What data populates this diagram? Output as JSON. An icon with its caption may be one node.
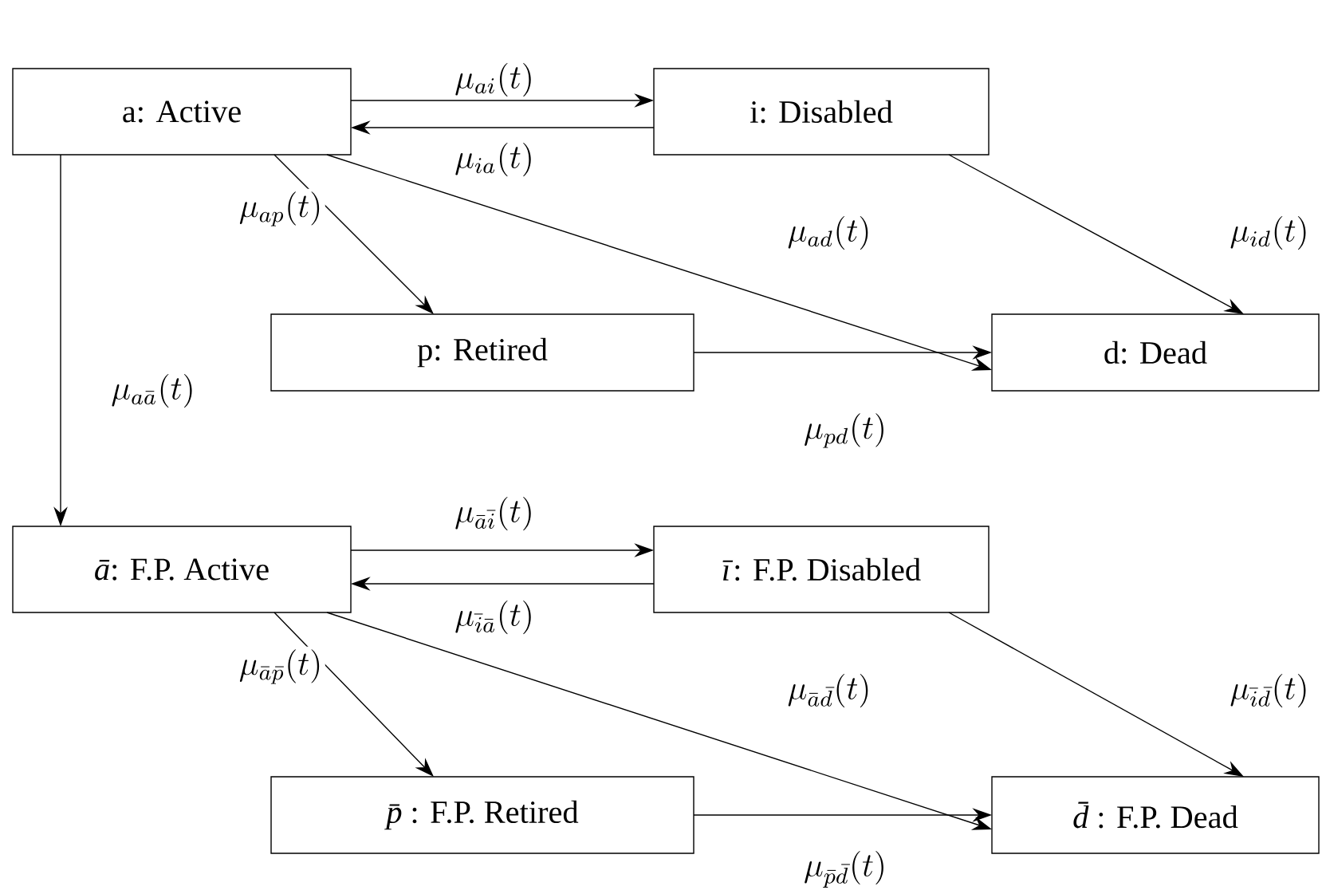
{
  "diagram": {
    "nodes": [
      {
        "text": [
          "a: Active"
        ]
      },
      {
        "text": [
          "i: Disabled"
        ]
      },
      {
        "text": [
          "p: Retired"
        ]
      },
      {
        "text": [
          "d: Dead"
        ]
      },
      {
        "text": [
          "*ā*: F.P. Active"
        ]
      },
      {
        "text": [
          "*ī*: F.P. Disabled"
        ]
      },
      {
        "text": [
          "*p̄*: F.P. Retired"
        ]
      },
      {
        "text": [
          "*d̄*: F.P. Dead"
        ]
      }
    ],
    "edges": [
      {
        "from": 0,
        "to": 1,
        "arrow": "to",
        "label": "\\mu_{ai}(t)"
      },
      {
        "from": 1,
        "to": 0,
        "arrow": "to",
        "label": "\\mu_{ia}(t)"
      },
      {
        "from": 0,
        "to": 2,
        "arrow": "to",
        "label": "\\mu_{ap}(t)"
      },
      {
        "from": 0,
        "to": 3,
        "arrow": "to",
        "label": "\\mu_{ad}(t)"
      },
      {
        "from": 1,
        "to": 3,
        "arrow": "to",
        "label": "\\mu_{id}(t)"
      },
      {
        "from": 2,
        "to": 3,
        "arrow": "to",
        "label": "\\mu_{pd}(t)"
      },
      {
        "from": 0,
        "to": 4,
        "arrow": "to",
        "label": "\\mu_{a\\bar{a}}(t)"
      },
      {
        "from": 4,
        "to": 5,
        "arrow": "to",
        "label": "\\mu_{\\bar{a}\\bar{i}}(t)"
      },
      {
        "from": 5,
        "to": 4,
        "arrow": "to",
        "label": "\\mu_{\\bar{i}\\bar{a}}(t)"
      },
      {
        "from": 4,
        "to": 6,
        "arrow": "to",
        "label": "\\mu_{\\bar{a}\\bar{p}}(t)"
      },
      {
        "from": 4,
        "to": 7,
        "arrow": "to",
        "label": "\\mu_{\\bar{a}\\bar{d}}(t)"
      },
      {
        "from": 5,
        "to": 7,
        "arrow": "to",
        "label": "\\mu_{\\bar{i}\\bar{d}}(t)"
      },
      {
        "from": 6,
        "to": 7,
        "arrow": "to",
        "label": "\\mu_{\\bar{p}\\bar{d}}(t)"
      }
    ]
  }
}
